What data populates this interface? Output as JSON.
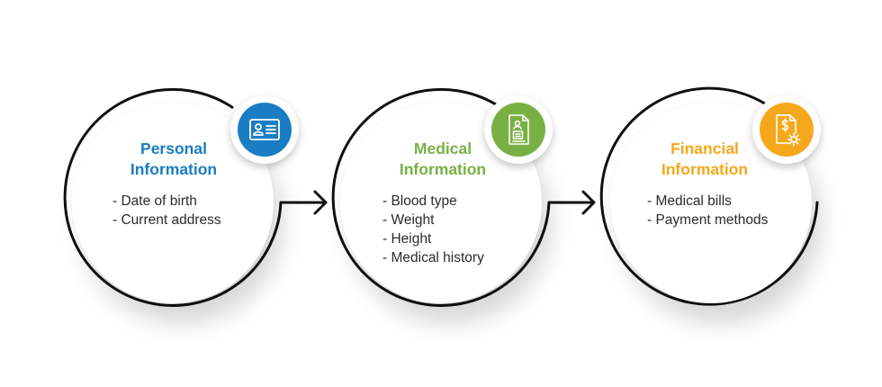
{
  "colors": {
    "personal": "#1a7dc4",
    "medical": "#79b043",
    "financial": "#f6a81c",
    "outline": "#111111"
  },
  "steps": [
    {
      "title_line1": "Personal",
      "title_line2": "Information",
      "items": [
        "Date of birth",
        "Current address"
      ],
      "icon": "id-card-icon"
    },
    {
      "title_line1": "Medical",
      "title_line2": "Information",
      "items": [
        "Blood type",
        "Weight",
        "Height",
        "Medical history"
      ],
      "icon": "medical-record-icon"
    },
    {
      "title_line1": "Financial",
      "title_line2": "Information",
      "items": [
        "Medical bills",
        "Payment methods"
      ],
      "icon": "dollar-document-gear-icon"
    }
  ]
}
